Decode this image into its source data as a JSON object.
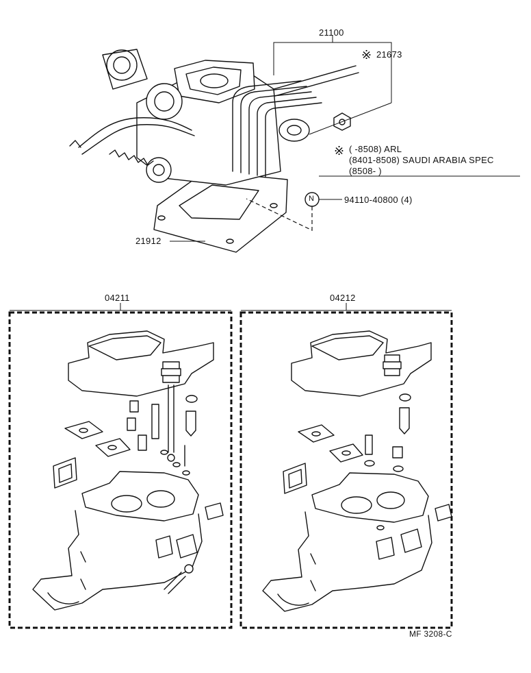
{
  "callouts": {
    "assembly": "21100",
    "star_part": "21673",
    "star_symbol": "※",
    "gasket": "21912",
    "nut_symbol": "N",
    "nut_part": "94110-40800 (4)",
    "kit_left": "04211",
    "kit_right": "04212"
  },
  "notes": {
    "line1": "(        -8508) ARL",
    "line2": "(8401-8508) SAUDI ARABIA SPEC",
    "line3": "(8508-        )"
  },
  "footer": {
    "drawing_id": "MF 3208-C"
  }
}
